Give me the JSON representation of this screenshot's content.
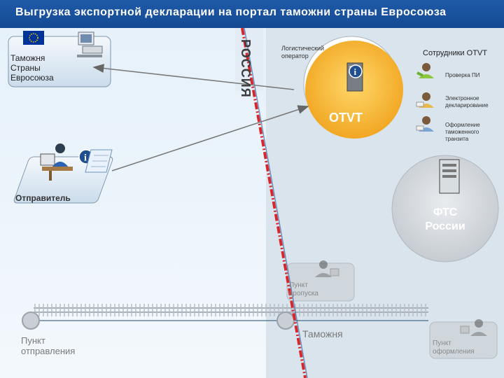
{
  "title": "Выгрузка экспортной декларации на портал таможни страны Евросоюза",
  "eu_customs": {
    "label_lines": [
      "Таможня",
      "Страны",
      "Евросоюза"
    ]
  },
  "border_label": "РОССИЯ",
  "logistics_operator": {
    "label_lines": [
      "Логистический",
      "оператор"
    ]
  },
  "otvt": {
    "label": "OTVT"
  },
  "otvt_staff": {
    "title": "Сотрудники OTVT",
    "items": [
      {
        "label_lines": [
          "Проверка ПИ"
        ]
      },
      {
        "label_lines": [
          "Электронное",
          "декларирование"
        ]
      },
      {
        "label_lines": [
          "Оформление",
          "таможенного",
          "транзита"
        ]
      }
    ]
  },
  "sender": {
    "label": "Отправитель"
  },
  "fts": {
    "label_lines": [
      "ФТС",
      "России"
    ]
  },
  "checkpoint": {
    "label_lines": [
      "Пункт",
      "пропуска"
    ]
  },
  "customs_label": "Таможня",
  "dispatch_point": {
    "label_lines": [
      "Пункт",
      "отправления"
    ]
  },
  "clearance_point": {
    "label_lines": [
      "Пункт",
      "оформления"
    ]
  },
  "colors": {
    "title_bar": "#1e5aa8",
    "border_line": "#d9262b",
    "otvt_circle": "#f2a91f",
    "fts_circle": "#c9ced3",
    "russia_area": "#d9e4ec",
    "eu_flag": "#003399"
  },
  "icons": [
    "eu-flag-icon",
    "computer-icon",
    "server-icon",
    "info-icon",
    "person-icon",
    "operator-icon"
  ]
}
